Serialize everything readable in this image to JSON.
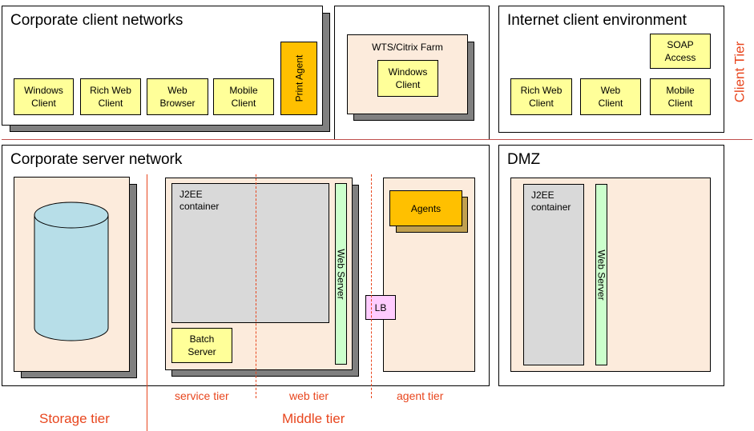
{
  "corporate_client": {
    "title": "Corporate client networks",
    "clients": [
      {
        "label": "Windows\nClient"
      },
      {
        "label": "Rich Web\nClient"
      },
      {
        "label": "Web\nBrowser"
      },
      {
        "label": "Mobile\nClient"
      }
    ],
    "print_agent": "Print Agent"
  },
  "wts": {
    "title": "WTS/Citrix Farm",
    "client": "Windows\nClient"
  },
  "internet_client": {
    "title": "Internet client environment",
    "soap": "SOAP\nAccess",
    "clients": [
      {
        "label": "Rich Web\nClient"
      },
      {
        "label": "Web\nClient"
      },
      {
        "label": "Mobile\nClient"
      }
    ]
  },
  "client_tier_label": "Client Tier",
  "corporate_server": {
    "title": "Corporate server network",
    "j2ee": "J2EE\ncontainer",
    "web_server": "Web  Server",
    "batch": "Batch\nServer",
    "agents": "Agents",
    "lb": "LB"
  },
  "dmz": {
    "title": "DMZ",
    "j2ee": "J2EE\ncontainer",
    "web_server": "Web  Server"
  },
  "tiers": {
    "service": "service tier",
    "web": "web tier",
    "agent": "agent tier",
    "storage": "Storage tier",
    "middle": "Middle tier"
  },
  "colors": {
    "accent_red": "#e8461e",
    "client_yellow": "#ffff99",
    "agent_orange": "#ffc000",
    "container_peach": "#fcebdc"
  }
}
